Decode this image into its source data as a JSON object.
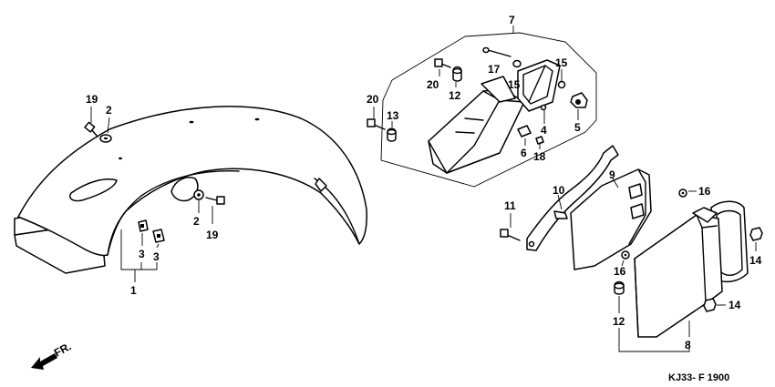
{
  "labels": {
    "p1": "1",
    "p2a": "2",
    "p2b": "2",
    "p3a": "3",
    "p3b": "3",
    "p4": "4",
    "p5": "5",
    "p6": "6",
    "p7": "7",
    "p8": "8",
    "p9": "9",
    "p10": "10",
    "p11": "11",
    "p12a": "12",
    "p12b": "12",
    "p13": "13",
    "p14a": "14",
    "p14b": "14",
    "p15a": "15",
    "p15b": "15",
    "p16a": "16",
    "p16b": "16",
    "p17": "17",
    "p18": "18",
    "p19a": "19",
    "p19b": "19",
    "p20a": "20",
    "p20b": "20"
  },
  "direction": "FR.",
  "diagram_code": "KJ33- F 1900"
}
